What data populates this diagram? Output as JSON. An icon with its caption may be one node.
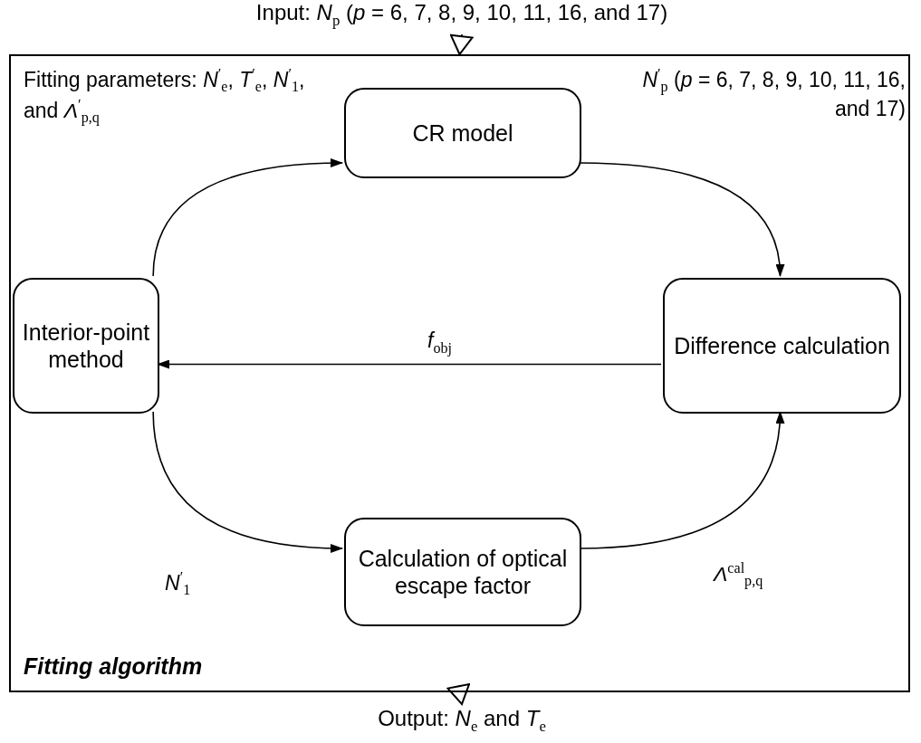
{
  "diagram": {
    "nodes": [
      {
        "text": [
          "Input: *N*$_{p}$ (*p* = 6, 7, 8, 9, 10, 11, 16, and 17)"
        ]
      },
      {
        "text": [
          "Fitting algorithm"
        ]
      },
      {
        "text": [
          "CR model"
        ],
        "in": 1
      },
      {
        "text": [
          "Interior-point method"
        ],
        "in": 1
      },
      {
        "text": [
          "Difference calculation"
        ],
        "in": 1
      },
      {
        "text": [
          "Calculation of optical escape factor"
        ],
        "in": 1
      },
      {
        "text": [
          "Output: *N*$_{e}$ and *T*$_{e}$"
        ]
      }
    ],
    "edges": [
      {
        "from": 0,
        "to": 1,
        "arrow": "to"
      },
      {
        "from": 3,
        "to": 2,
        "arrow": "to",
        "label": "Fitting parameters: *N*$^{′}$$_{e}$, *T*$^{′}$$_{e}$, *N*$^{′}$$_{1}$, and *Λ*$^{′}$$_{p,q}$"
      },
      {
        "from": 2,
        "to": 4,
        "arrow": "to",
        "label": "*N*$^{′}$$_{p}$ (*p* = 6, 7, 8, 9, 10, 11, 16, and 17)"
      },
      {
        "from": 4,
        "to": 3,
        "arrow": "to",
        "label": "*f*$_{obj}$"
      },
      {
        "from": 3,
        "to": 5,
        "arrow": "to",
        "label": "*N*$^{′}$$_{1}$"
      },
      {
        "from": 5,
        "to": 4,
        "arrow": "to",
        "label": "*Λ*$^{cal}$$_{p,q}$"
      },
      {
        "from": 1,
        "to": 6,
        "arrow": "to"
      }
    ]
  }
}
